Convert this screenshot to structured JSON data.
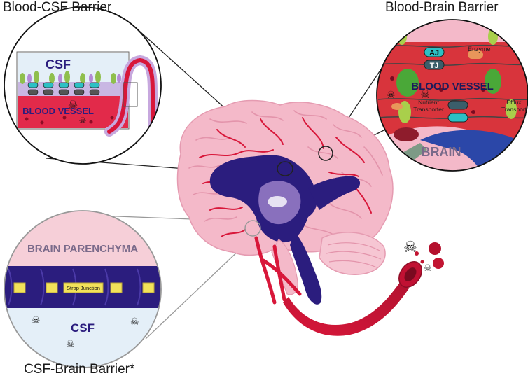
{
  "titles": {
    "blood_csf": "Blood-CSF Barrier",
    "blood_brain": "Blood-Brain Barrier",
    "csf_brain": "CSF-Brain Barrier*"
  },
  "blood_csf_panel": {
    "csf_label": "CSF",
    "vessel_label": "BLOOD VESSEL"
  },
  "blood_brain_panel": {
    "aj_label": "AJ",
    "tj_label": "TJ",
    "enzyme_label": "Enzyme",
    "vessel_label": "BLOOD VESSEL",
    "nutrient_label_1": "Nutrient",
    "nutrient_label_2": "Transporter",
    "efflux_label_1": "Efflux",
    "efflux_label_2": "Transport",
    "brain_label": "BRAIN"
  },
  "csf_brain_panel": {
    "parenchyma_label": "BRAIN PARENCHYMA",
    "strap_label": "Strap Junction",
    "csf_label": "CSF"
  },
  "colors": {
    "blood_red": "#d8173a",
    "brain_pink": "#f4b9c9",
    "ventricle_navy": "#2b1d7e",
    "csf_blue": "#e4eff8",
    "strap_yellow": "#f2e25a"
  }
}
